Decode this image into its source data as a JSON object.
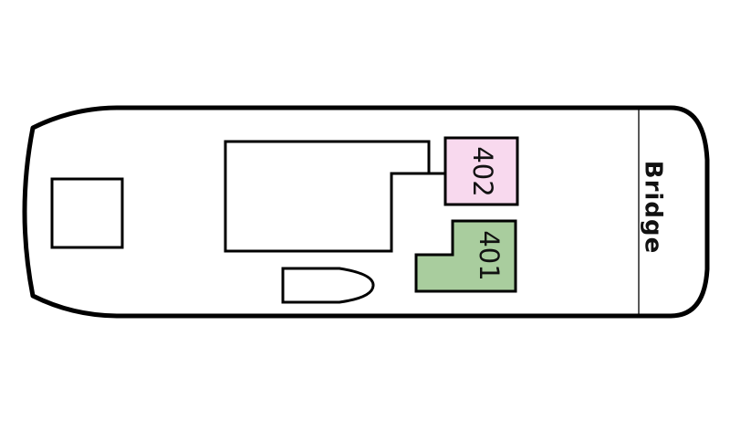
{
  "deck": {
    "bridge_label": "Bridge",
    "cabins": [
      {
        "number": "402",
        "color": "#f8d9ee"
      },
      {
        "number": "401",
        "color": "#a9cd9e"
      }
    ]
  },
  "colors": {
    "outline": "#000000",
    "background": "#ffffff"
  }
}
